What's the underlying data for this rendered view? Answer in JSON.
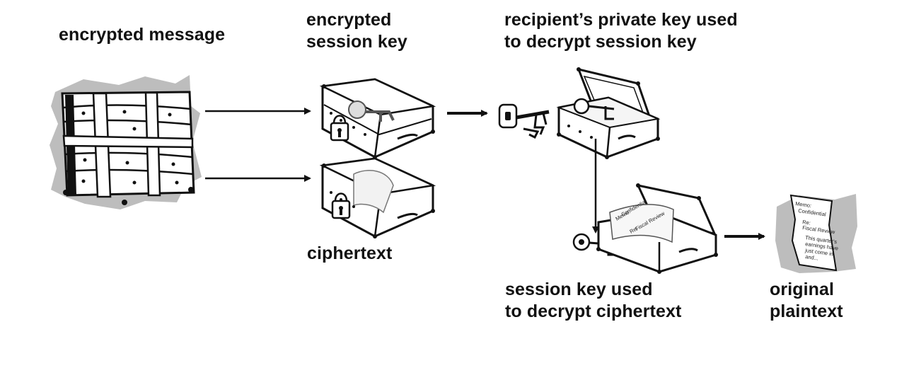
{
  "labels": {
    "encrypted_message": "encrypted message",
    "encrypted_session_key": "encrypted\nsession key",
    "recipient_private_key": "recipient’s private key used\nto decrypt session key",
    "ciphertext": "ciphertext",
    "session_key_used": "session key used\nto decrypt ciphertext",
    "original_plaintext": "original\nplaintext"
  },
  "memo_text": {
    "line1": "Memo:",
    "line2": "Confidential",
    "line3": "Re:",
    "line4": "Fiscal Review",
    "line5": "This quarter's",
    "line6": "earnings have",
    "line7": "just come in",
    "line8": "and..."
  },
  "colors": {
    "ink": "#111111",
    "shadow": "#bdbdbd",
    "fill": "#ffffff"
  }
}
